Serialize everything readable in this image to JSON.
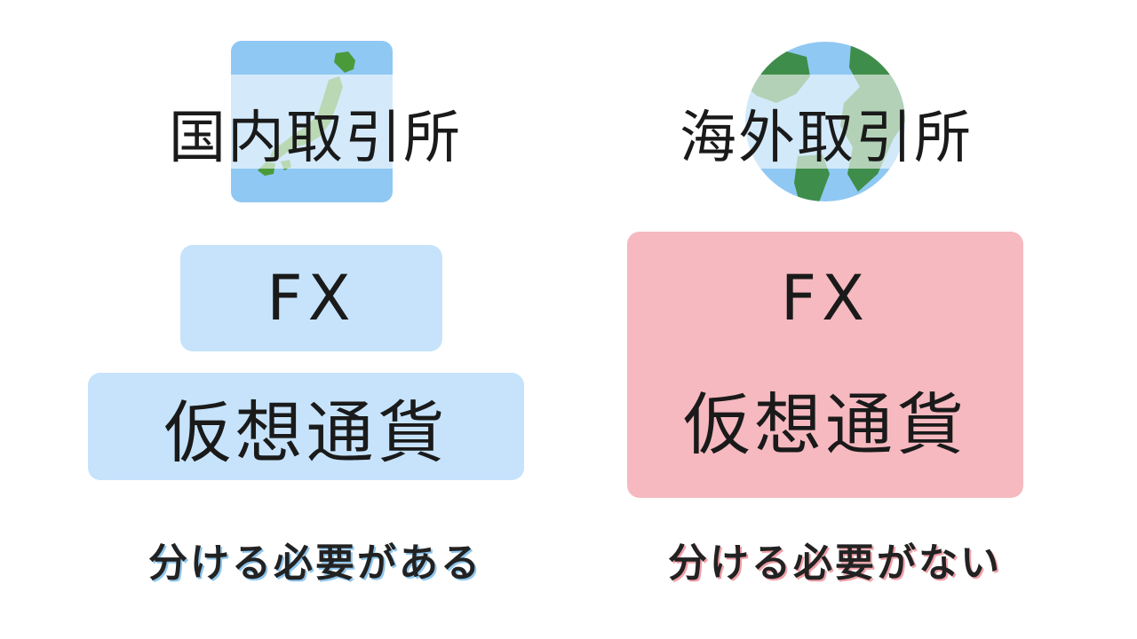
{
  "left": {
    "title": "国内取引所",
    "icon": "japan-map-icon",
    "boxes": [
      "FX",
      "仮想通貨"
    ],
    "note": "分ける必要がある",
    "color": "#c6e3fb"
  },
  "right": {
    "title": "海外取引所",
    "icon": "globe-icon",
    "box_lines": [
      "FX",
      "仮想通貨"
    ],
    "note": "分ける必要がない",
    "color": "#f5b9bf"
  }
}
